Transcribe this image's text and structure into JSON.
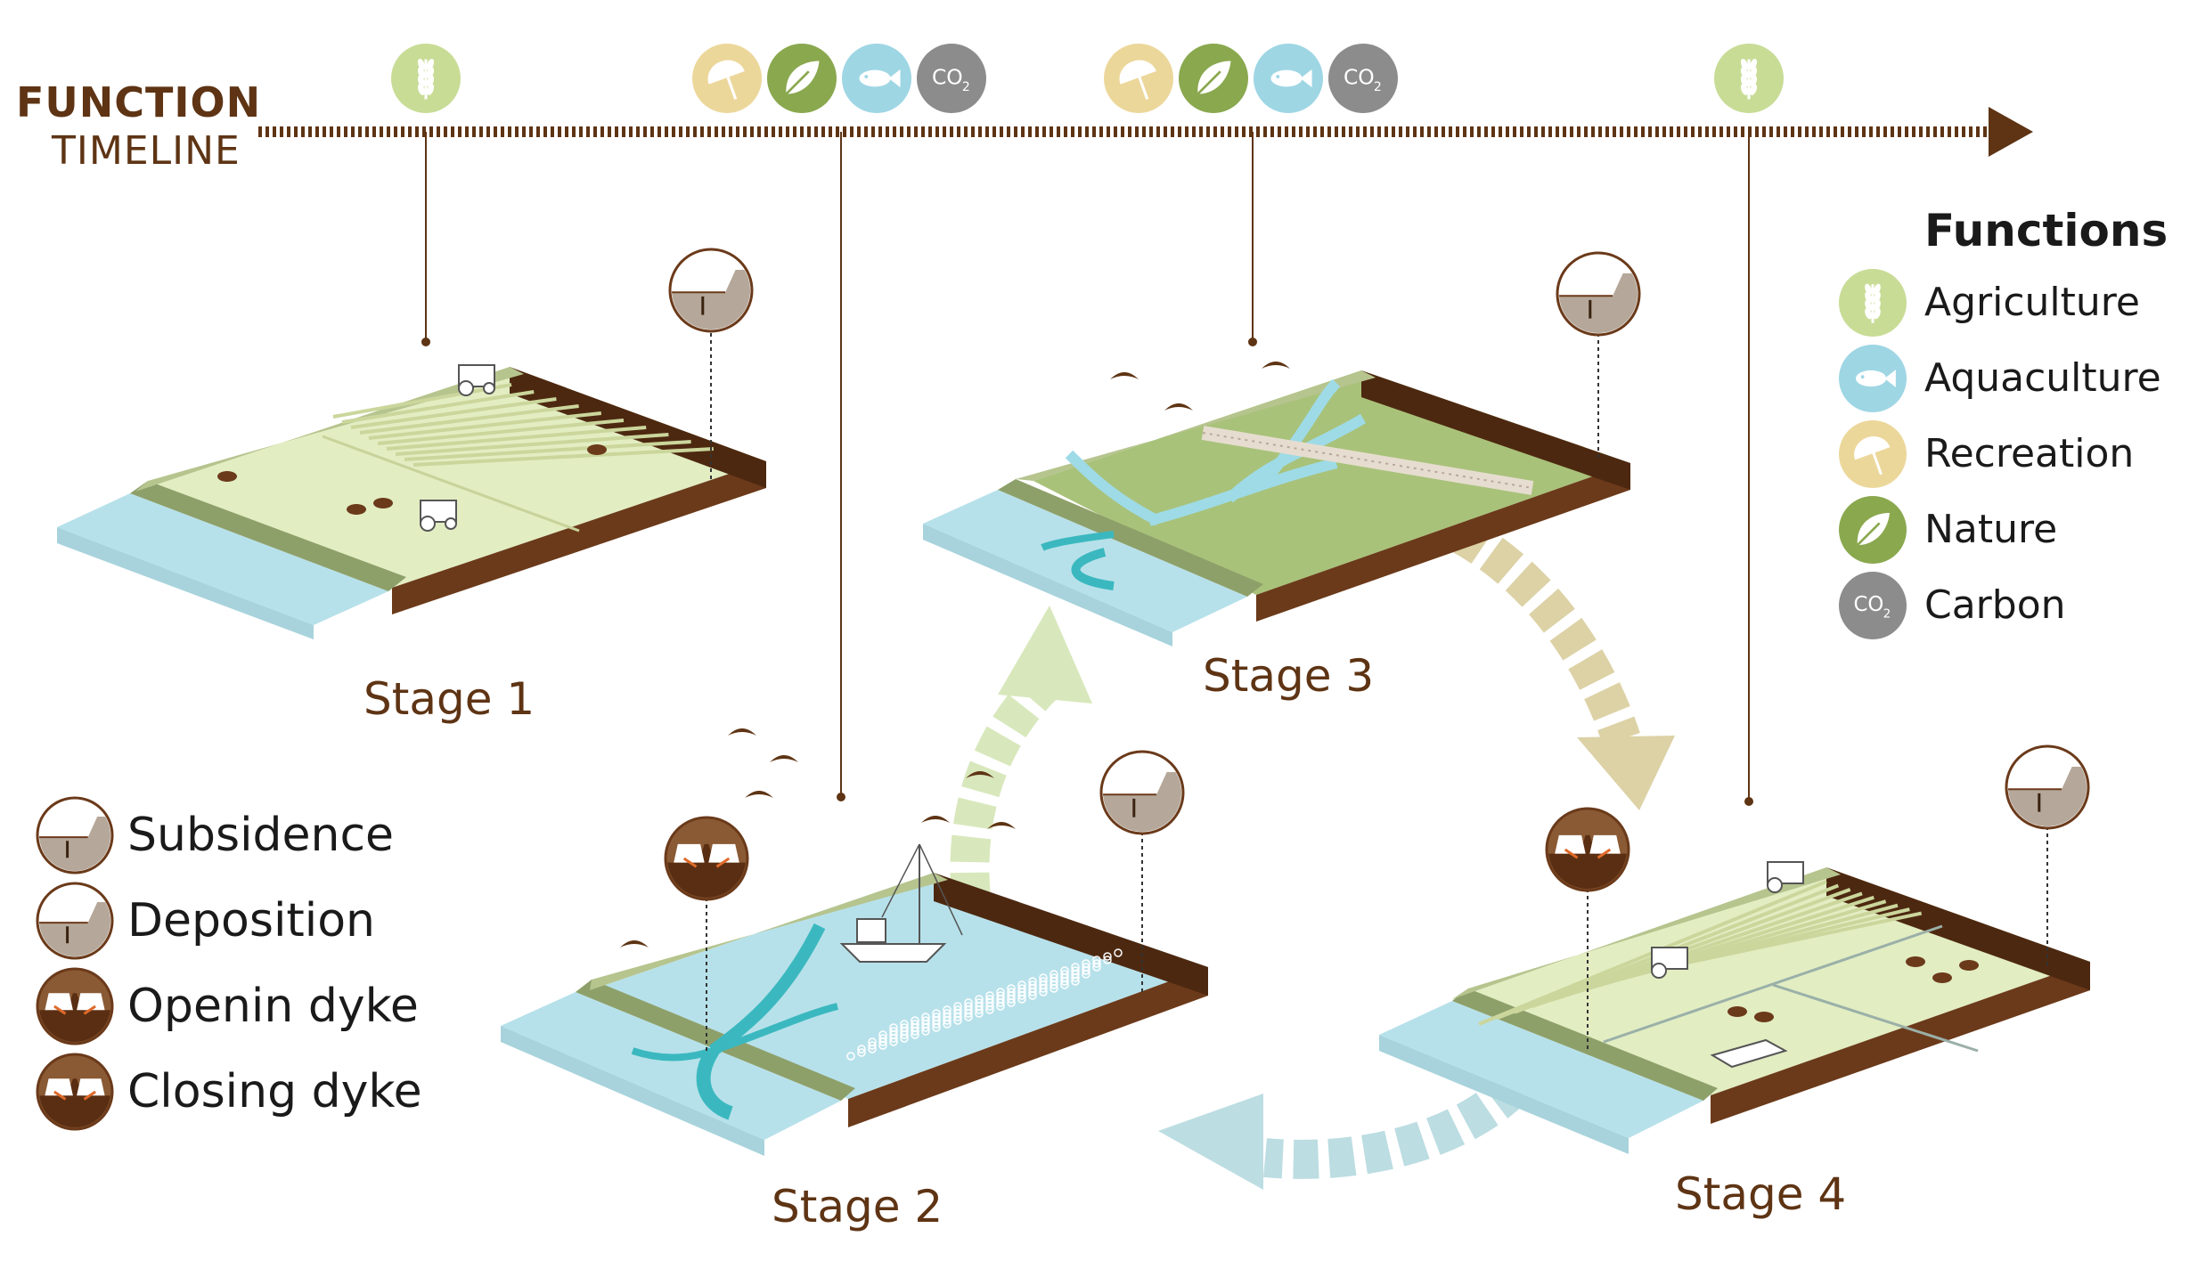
{
  "timeline": {
    "title_line1": "FUNCTION",
    "title_line2": "TIMELINE"
  },
  "stages": [
    {
      "label": "Stage 1"
    },
    {
      "label": "Stage 2"
    },
    {
      "label": "Stage 3"
    },
    {
      "label": "Stage 4"
    }
  ],
  "functions_legend": {
    "title": "Functions",
    "items": [
      {
        "label": "Agriculture",
        "icon": "wheat-icon",
        "color": "#c8dc96"
      },
      {
        "label": "Aquaculture",
        "icon": "fish-icon",
        "color": "#9ed6e4"
      },
      {
        "label": "Recreation",
        "icon": "umbrella-icon",
        "color": "#ecd79b"
      },
      {
        "label": "Nature",
        "icon": "leaf-icon",
        "color": "#8aa84e"
      },
      {
        "label": "Carbon",
        "icon": "co2-icon",
        "color": "#8c8c8c"
      }
    ]
  },
  "process_legend": {
    "items": [
      {
        "label": "Subsidence",
        "icon": "subsidence-icon"
      },
      {
        "label": "Deposition",
        "icon": "deposition-icon"
      },
      {
        "label": "Openin dyke",
        "icon": "opening-dyke-icon"
      },
      {
        "label": "Closing dyke",
        "icon": "closing-dyke-icon"
      }
    ]
  },
  "timeline_icon_groups": [
    [
      "wheat-icon"
    ],
    [
      "umbrella-icon",
      "leaf-icon",
      "fish-icon",
      "co2-icon"
    ],
    [
      "umbrella-icon",
      "leaf-icon",
      "fish-icon",
      "co2-icon"
    ],
    [
      "wheat-icon"
    ]
  ],
  "co2_text": "CO",
  "co2_sub": "2",
  "colors": {
    "brown": "#5e3414",
    "soil": "#6b3a1a",
    "water": "#b7e1ea",
    "dyke": "#8ea06a",
    "grass": "#e2edc2",
    "stripes": "#d9e2b0",
    "marsh": "#a9c27a",
    "cycle_green": "#d8e8bc",
    "cycle_tan": "#dcd2a6",
    "cycle_blue": "#bcdde2",
    "arrow_teal": "#3bb8bf"
  }
}
